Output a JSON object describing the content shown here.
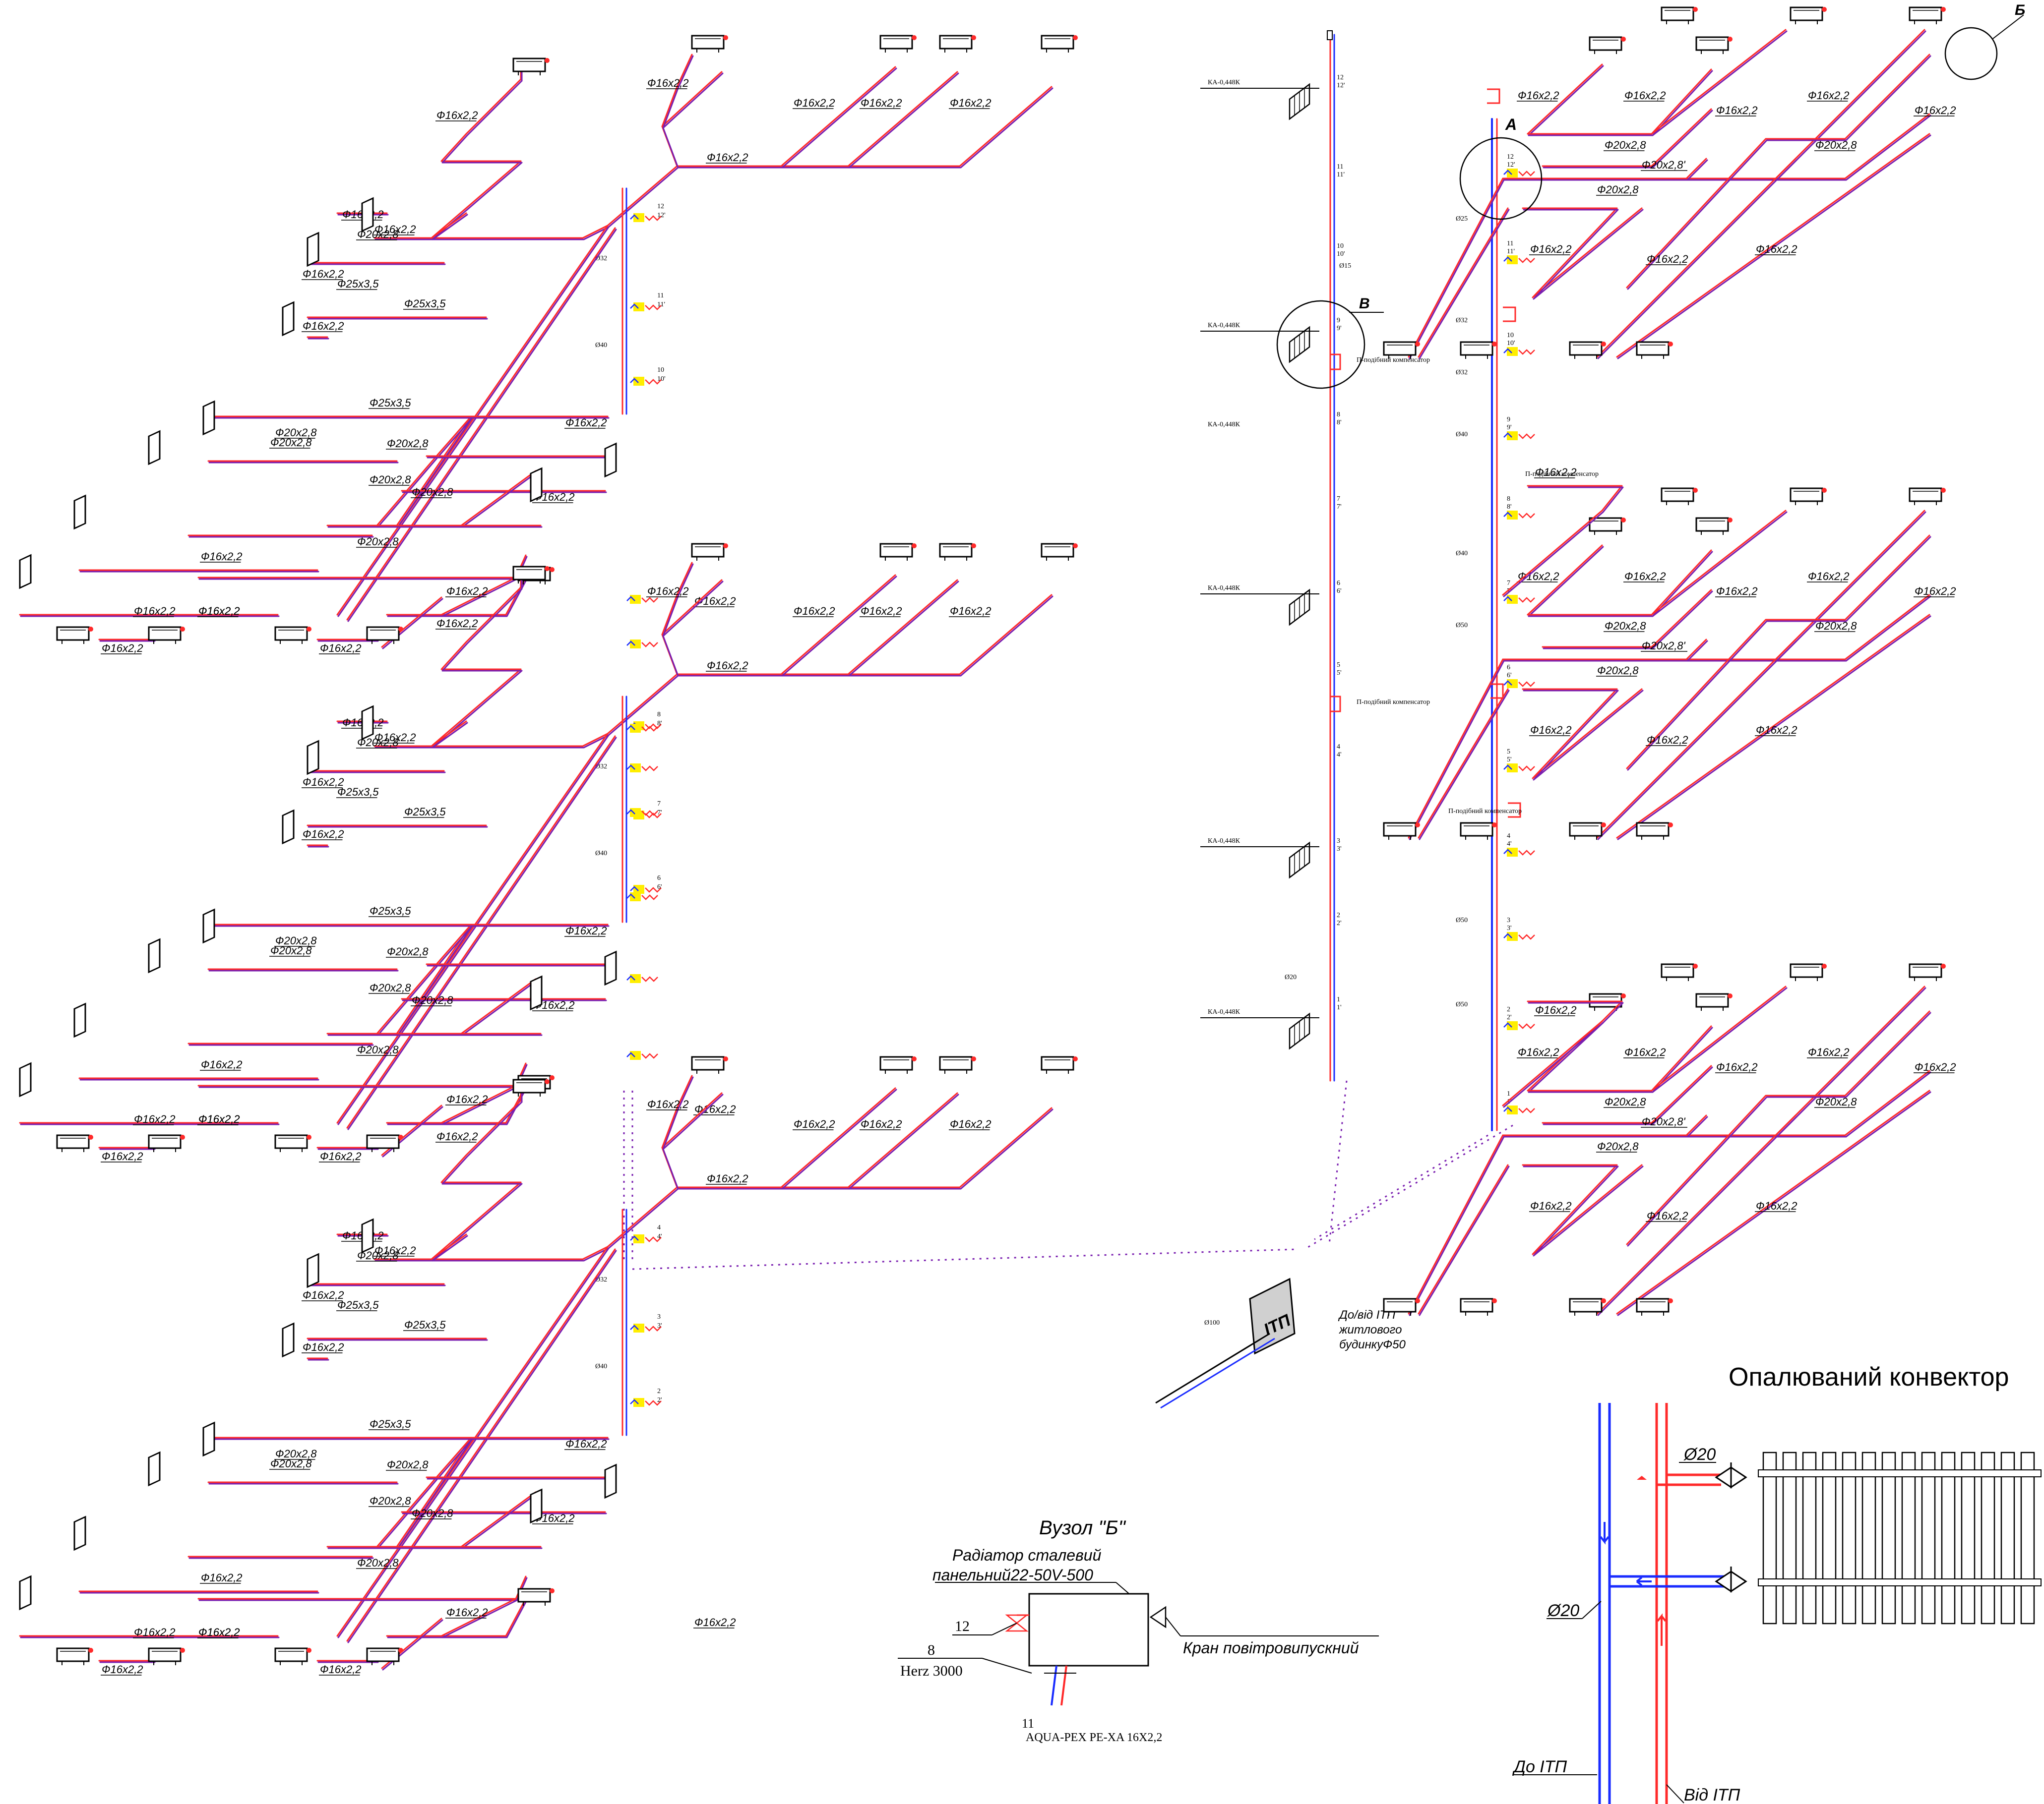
{
  "colors": {
    "supply": "#ff2a2a",
    "return": "#1a2cff",
    "combined": "#7a1fb0",
    "valve": "#ffee00",
    "line": "#000000"
  },
  "pipe_labels": {
    "d16": "Ф16х2,2",
    "d20": "Ф20х2,8",
    "d25": "Ф25х3,5",
    "d20_alt": "Ф20х2,8'"
  },
  "convector": "КА-0,448К",
  "pcomp": "П-подібний компенсатор",
  "callouts": {
    "a": "А",
    "b": "Б",
    "v": "В"
  },
  "dims": {
    "d15": "Ø15",
    "d20": "Ø20",
    "d25": "Ø25",
    "d32": "Ø32",
    "d40": "Ø40",
    "d50": "Ø50",
    "d100": "Ø100"
  },
  "floors": [
    "1 1'",
    "2 2'",
    "3 3'",
    "4 4'",
    "5 5'",
    "6 6'",
    "7 7'",
    "8 8'",
    "9 9'",
    "10 10'",
    "11 11'",
    "12 12'"
  ],
  "itp": {
    "label": "ІТП",
    "caption_line1": "До/від ІТП",
    "caption_line2": "житлового",
    "caption_line3": "будинкуФ50"
  },
  "node_b": {
    "title": "Вузол \"Б\"",
    "radiator_line1": "Радіатор сталевий",
    "radiator_line2": "панельний22-50V-500",
    "num12": "12",
    "num8": "8",
    "herz": "Herz 3000",
    "air_valve": "Кран повітровипускний",
    "num11": "11",
    "pipe_spec": "AQUA-PEX PE-XA 16X2,2"
  },
  "convector_detail": {
    "title": "Опалюваний конвектор",
    "d20_top": "Ø20",
    "d20_left": "Ø20",
    "to_itp": "До ІТП",
    "from_itp": "Від ІТП"
  }
}
